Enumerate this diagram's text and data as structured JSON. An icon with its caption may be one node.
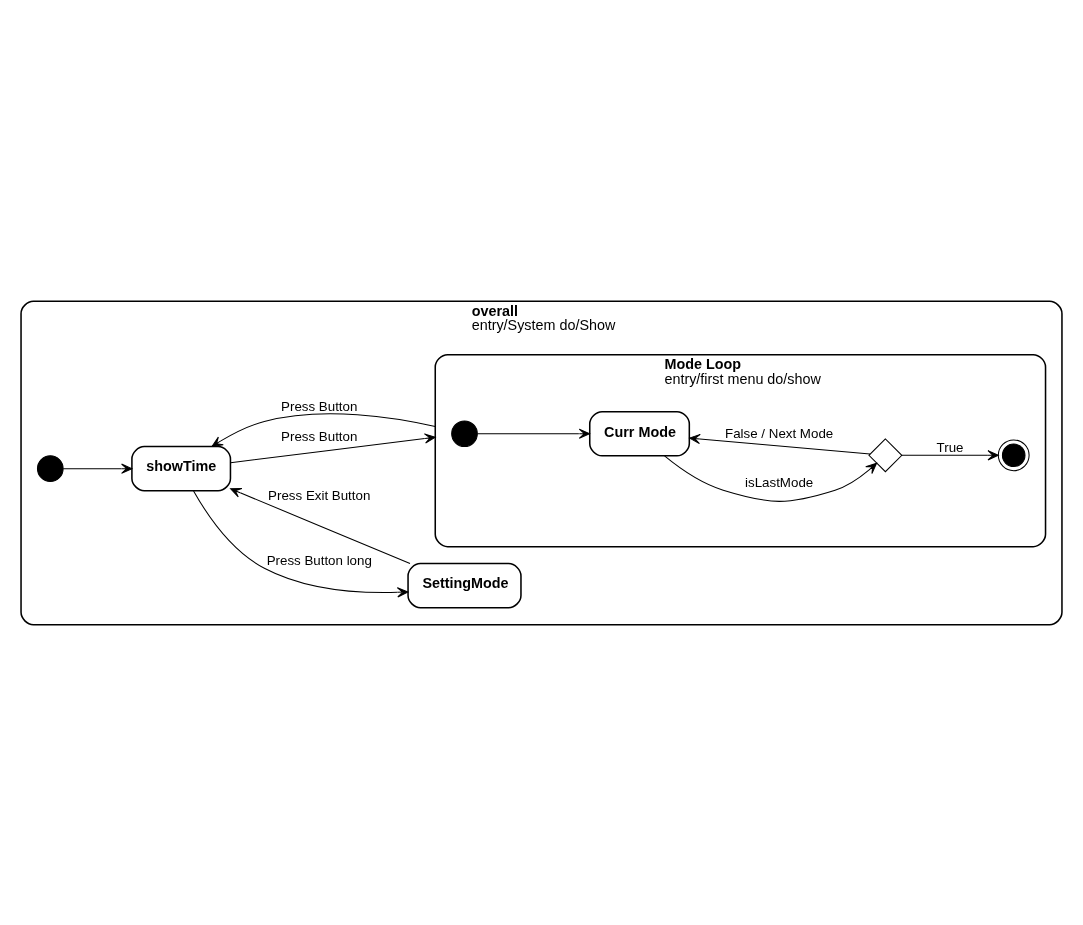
{
  "diagram": {
    "nodes": [
      {
        "text": [
          "overall",
          "entry/System do/Show"
        ]
      },
      {
        "text": [],
        "shape": "circle",
        "in": 0
      },
      {
        "text": [
          "showTime"
        ],
        "in": 0
      },
      {
        "text": [
          "SettingMode"
        ],
        "in": 0
      },
      {
        "text": [
          "Mode Loop",
          "entry/first menu do/show"
        ],
        "in": 0
      },
      {
        "text": [],
        "shape": "circle",
        "in": 4
      },
      {
        "text": [
          "Curr Mode"
        ],
        "in": 4
      },
      {
        "text": [],
        "shape": "diamond",
        "in": 4
      },
      {
        "text": [],
        "shape": "circle",
        "in": 4
      }
    ],
    "edges": [
      {
        "from": 1,
        "to": 2,
        "arrow": "to"
      },
      {
        "from": 2,
        "to": 3,
        "arrow": "to",
        "label": "Press Button long"
      },
      {
        "from": 3,
        "to": 2,
        "arrow": "to",
        "label": "Press Exit Button"
      },
      {
        "from": 2,
        "to": 4,
        "arrow": "to",
        "label": "Press Button"
      },
      {
        "from": 4,
        "to": 2,
        "arrow": "to",
        "label": "Press Button"
      },
      {
        "from": 5,
        "to": 6,
        "arrow": "to"
      },
      {
        "from": 6,
        "to": 7,
        "arrow": "to",
        "label": "isLastMode"
      },
      {
        "from": 7,
        "to": 8,
        "arrow": "to",
        "label": "True"
      },
      {
        "from": 7,
        "to": 6,
        "arrow": "to",
        "label": "False / Next Mode"
      }
    ]
  }
}
